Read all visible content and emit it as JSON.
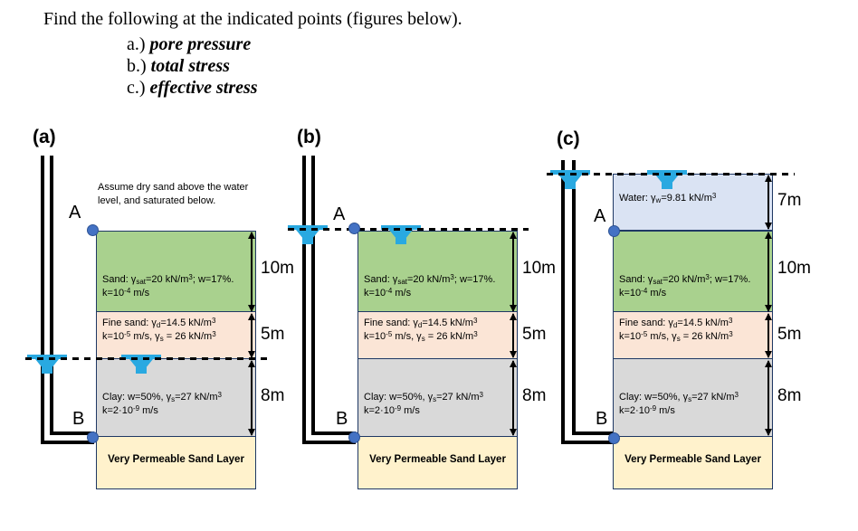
{
  "header": {
    "title": "Find the following at the indicated points (figures below).",
    "items": [
      {
        "prefix": "a.) ",
        "text": "pore pressure"
      },
      {
        "prefix": "b.) ",
        "text": "total stress"
      },
      {
        "prefix": "c.) ",
        "text": "effective stress"
      }
    ]
  },
  "figures": [
    {
      "label": "(a)",
      "note": "Assume dry sand above the water level, and saturated below.",
      "point_top": "A",
      "point_bottom": "B",
      "layers": {
        "sand": {
          "line1": "Sand: γ_{sat}=20 kN/m^{3}; w=17%.",
          "line2": "k=10^{-4} m/s",
          "dim": "10m"
        },
        "fine_sand": {
          "line1": "Fine sand: γ_{d}=14.5 kN/m^{3}",
          "line2": "k=10^{-5} m/s, γ_{s} = 26 kN/m^{3}",
          "dim": "5m"
        },
        "clay": {
          "line1": "Clay: w=50%, γ_{s}=27 kN/m^{3}",
          "line2": "k=2·10^{-9} m/s",
          "dim": "8m"
        },
        "base": {
          "label": "Very Permeable Sand Layer"
        }
      }
    },
    {
      "label": "(b)",
      "point_top": "A",
      "point_bottom": "B",
      "layers": {
        "sand": {
          "line1": "Sand: γ_{sat}=20 kN/m^{3}; w=17%.",
          "line2": "k=10^{-4} m/s",
          "dim": "10m"
        },
        "fine_sand": {
          "line1": "Fine sand: γ_{d}=14.5 kN/m^{3}",
          "line2": "k=10^{-5} m/s, γ_{s} = 26 kN/m^{3}",
          "dim": "5m"
        },
        "clay": {
          "line1": "Clay: w=50%, γ_{s}=27 kN/m^{3}",
          "line2": "k=2·10^{-9} m/s",
          "dim": "8m"
        },
        "base": {
          "label": "Very Permeable Sand Layer"
        }
      }
    },
    {
      "label": "(c)",
      "point_top": "A",
      "point_bottom": "B",
      "layers": {
        "water": {
          "line1": "Water: γ_{w}=9.81 kN/m^{3}",
          "dim": "7m"
        },
        "sand": {
          "line1": "Sand: γ_{sat}=20 kN/m^{3}; w=17%.",
          "line2": "k=10^{-4} m/s",
          "dim": "10m"
        },
        "fine_sand": {
          "line1": "Fine sand: γ_{d}=14.5 kN/m^{3}",
          "line2": "k=10^{-5} m/s, γ_{s} = 26 kN/m^{3}",
          "dim": "5m"
        },
        "clay": {
          "line1": "Clay: w=50%, γ_{s}=27 kN/m^{3}",
          "line2": "k=2·10^{-9} m/s",
          "dim": "8m"
        },
        "base": {
          "label": "Very Permeable Sand Layer"
        }
      }
    }
  ],
  "colors": {
    "sand_green": "#a9d18e",
    "fine_peach": "#fbe5d6",
    "clay_gray": "#d9d9d9",
    "base_yellow": "#fff2cc",
    "water_blue": "#dae3f3",
    "symbol_blue": "#29a9e1",
    "marker_blue": "#4472c4",
    "marker_edge": "#2e5395",
    "border_navy": "#1f3864"
  }
}
